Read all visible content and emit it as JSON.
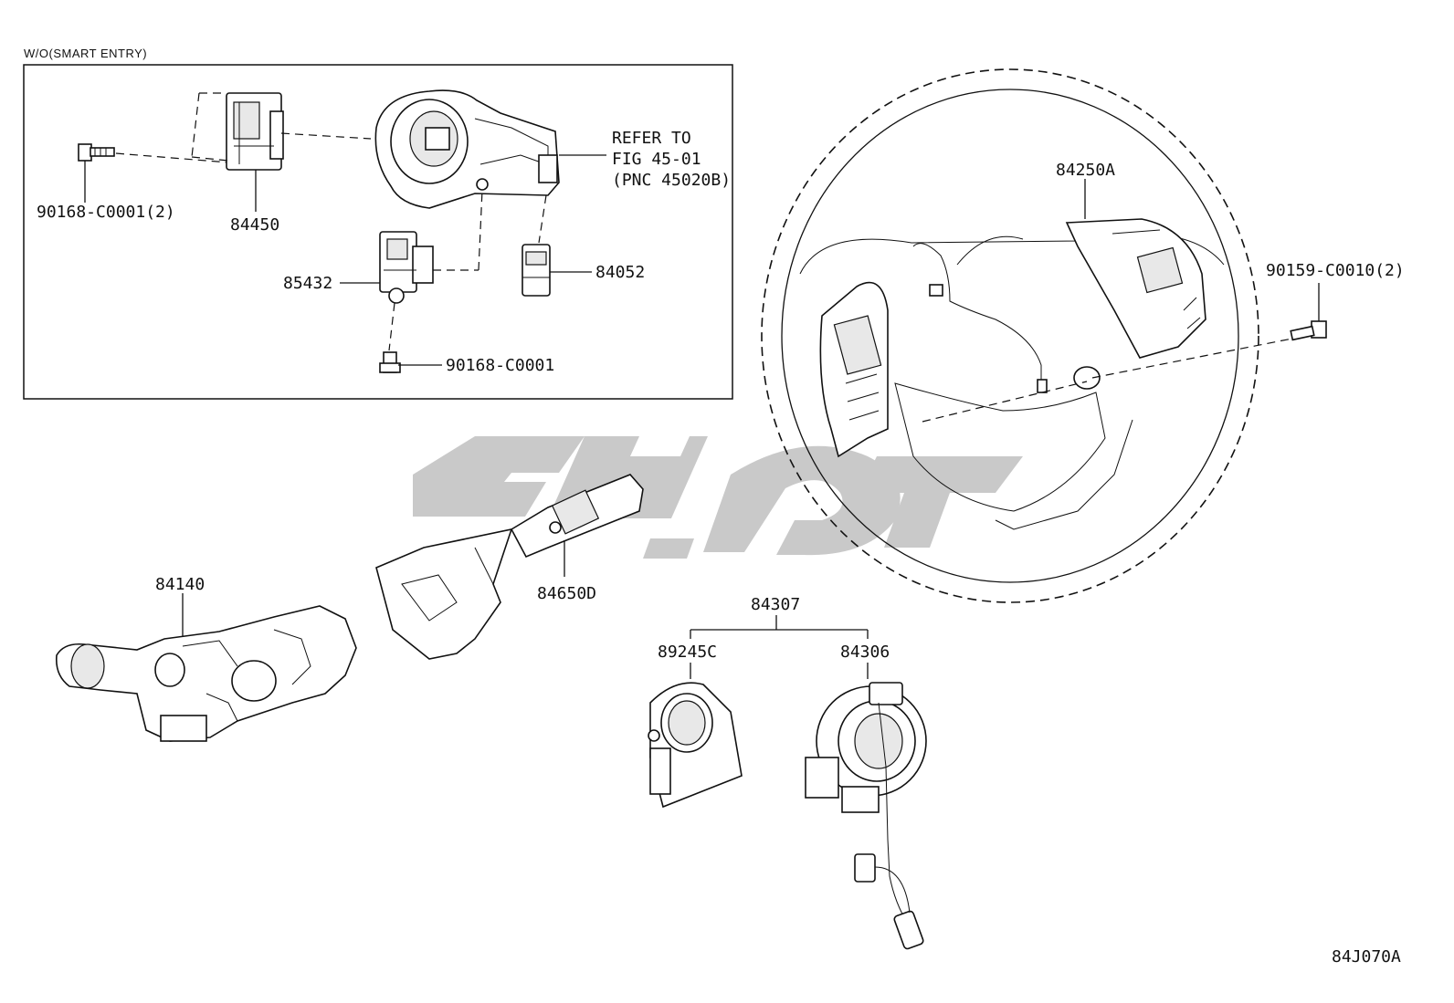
{
  "inset": {
    "title": "W/O(SMART ENTRY)",
    "refer_lines": [
      "REFER TO",
      "FIG 45-01",
      "(PNC 45020B)"
    ]
  },
  "parts": {
    "p90168_c0001_2": "90168-C0001(2)",
    "p84450": "84450",
    "p85432": "85432",
    "p84052": "84052",
    "p90168_c0001": "90168-C0001",
    "p84250a": "84250A",
    "p90159_c0010_2": "90159-C0010(2)",
    "p84140": "84140",
    "p84650d": "84650D",
    "p84307": "84307",
    "p89245c": "89245C",
    "p84306": "84306"
  },
  "diagram_code": "84J070A"
}
